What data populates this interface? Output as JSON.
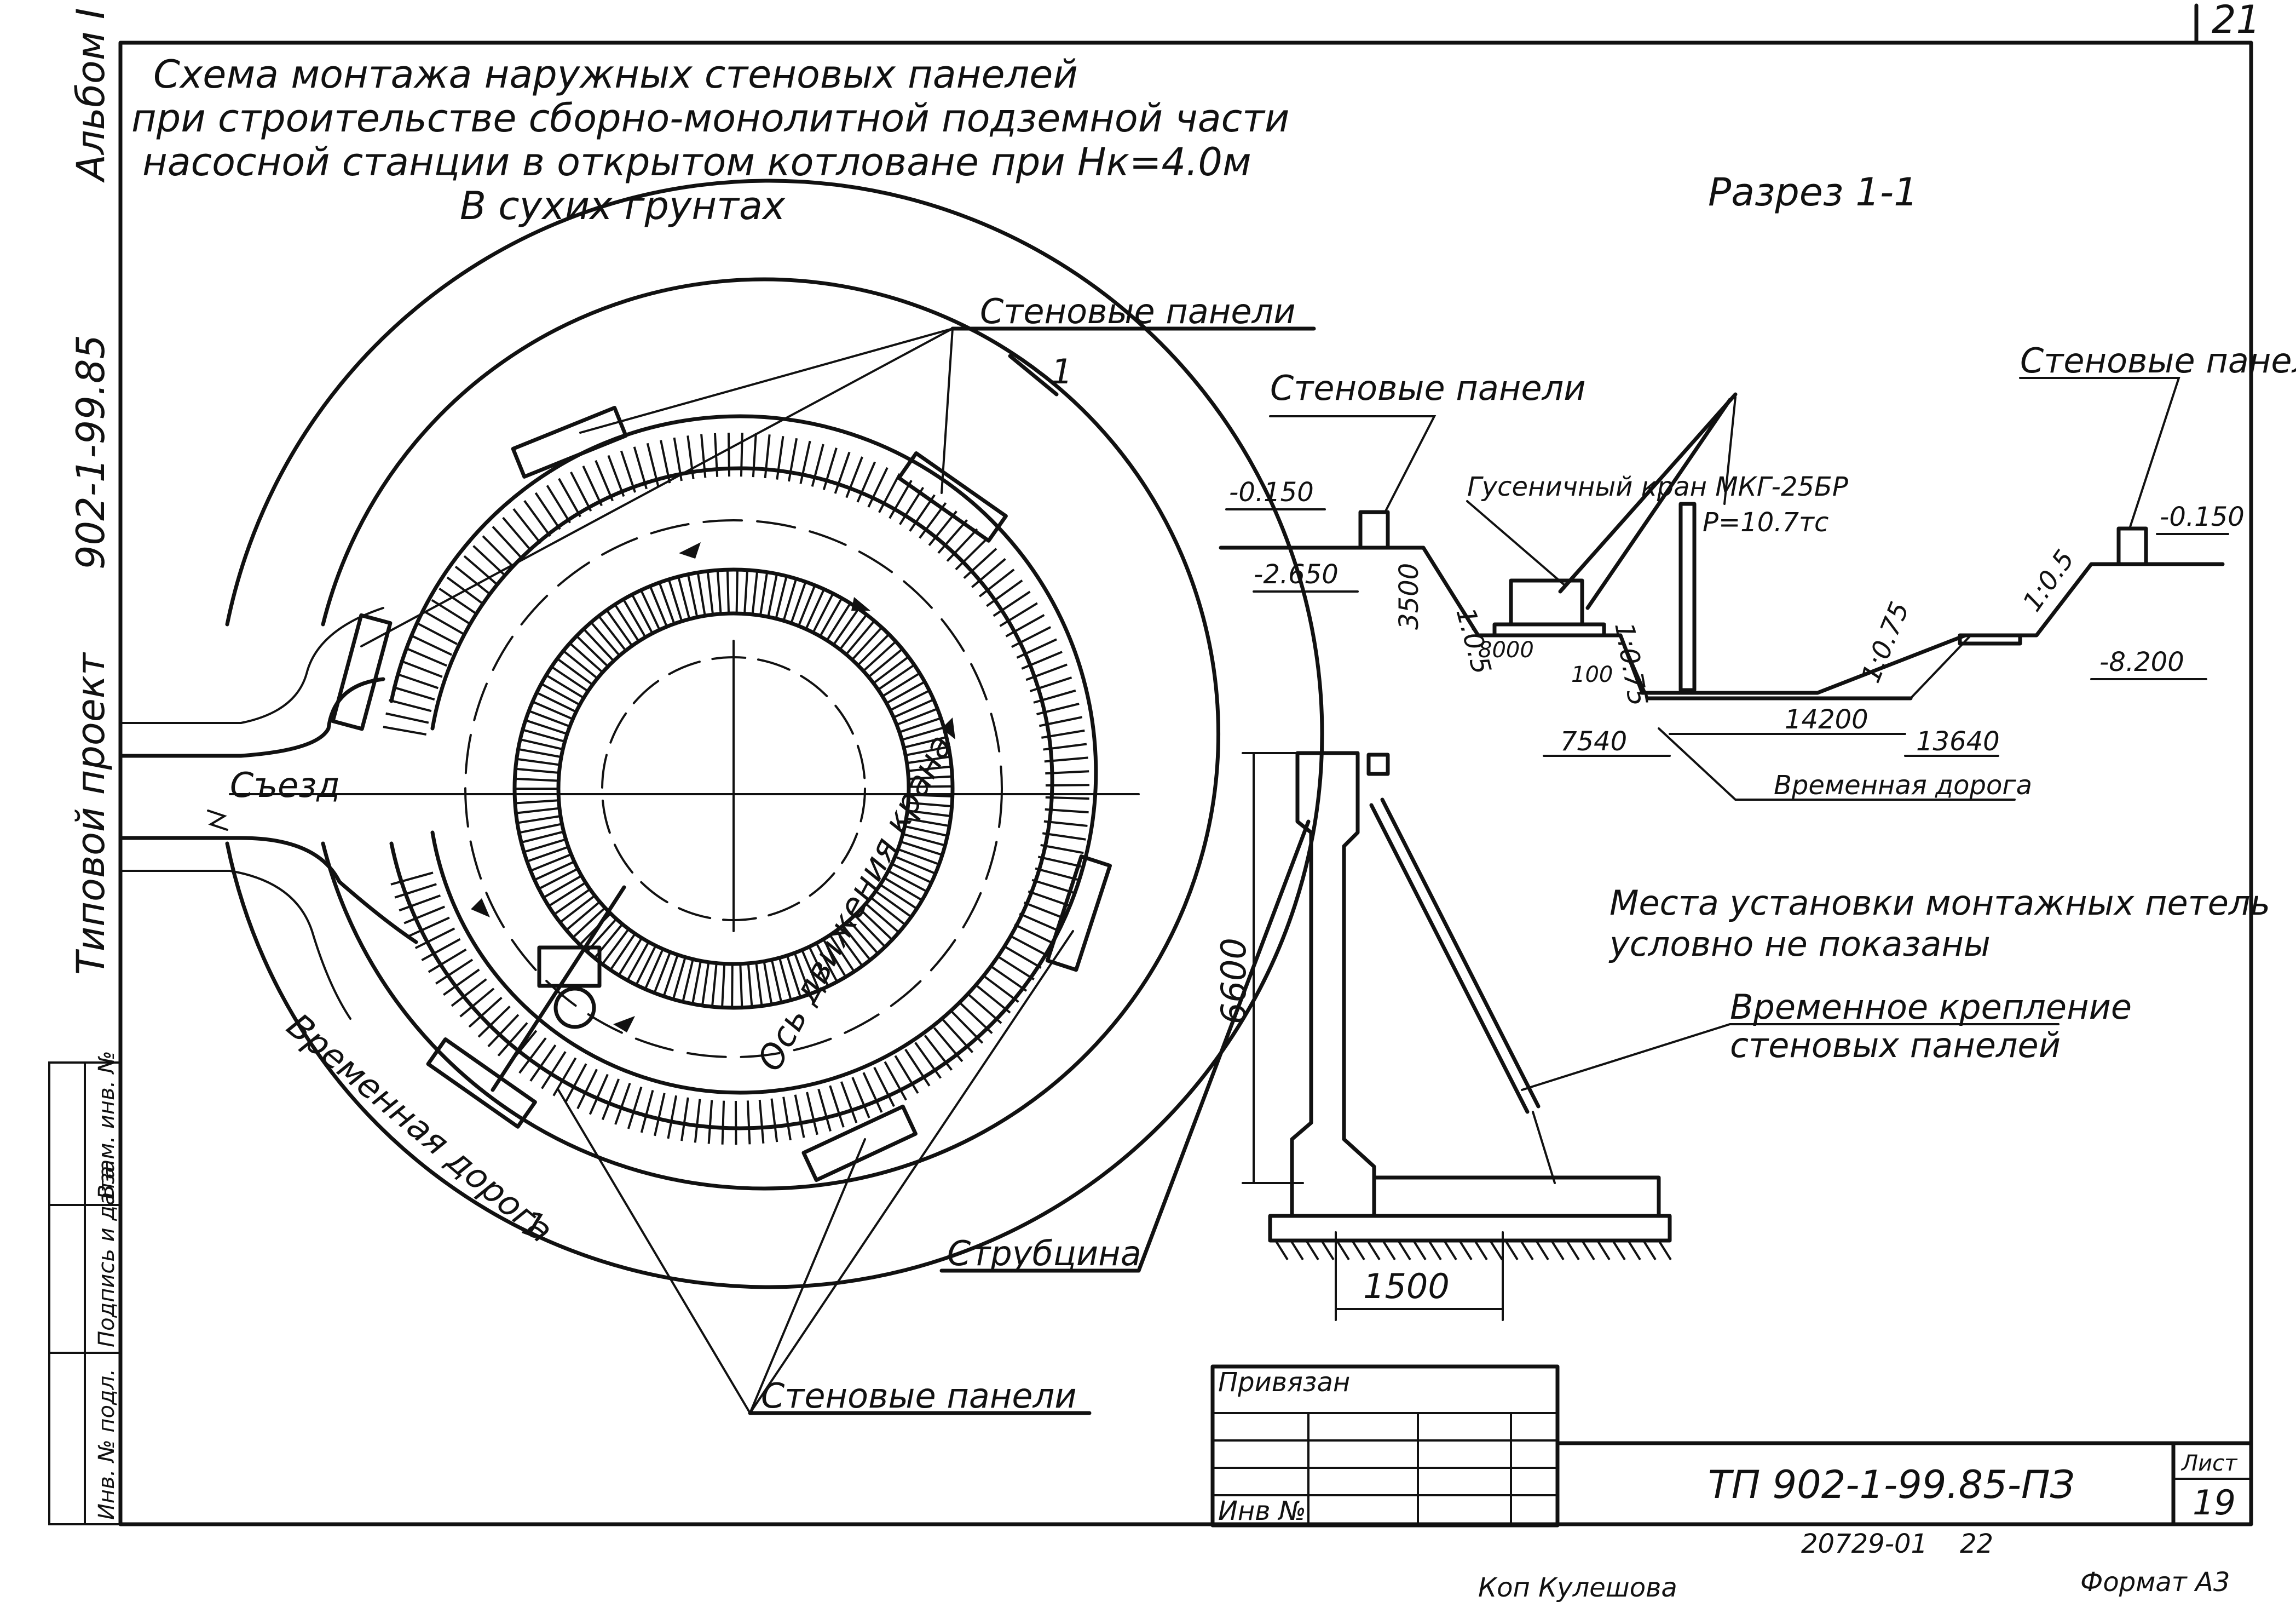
{
  "sheet": {
    "corner_number": "21",
    "side_album": "Альбом I",
    "side_code": "902-1-99.85",
    "side_project": "Типовой проект",
    "side_boxes": [
      "Инв. № подл.",
      "Подпись и дата",
      "Взам. инв. №"
    ]
  },
  "title": {
    "line1": "Схема монтажа наружных стеновых панелей",
    "line2": "при строительстве сборно-монолитной подземной части",
    "line3": "насосной станции в открытом котловане при Нк=4.0м",
    "line4": "В сухих грунтах"
  },
  "plan": {
    "wall_panels_top": "Стеновые панели",
    "section_mark": "1",
    "section_mark_bottom": "1",
    "entry": "Съезд",
    "crane_axis": "Ось движения крана",
    "temp_road": "Временная дорога",
    "clamp": "Струбцина",
    "wall_panels_bottom": "Стеновые панели"
  },
  "section": {
    "title": "Разрез 1-1",
    "left_panels": "Стеновые панели",
    "right_panels": "Стеновые панели",
    "crane": "Гусеничный кран МКГ-25БР",
    "load": "Р=10.7тс",
    "elev_left_top": "-0.150",
    "elev_left_mid": "-2.650",
    "elev_right_top": "-0.150",
    "elev_right_bottom": "-8.200",
    "dim_3500": "3500",
    "dim_8000": "8000",
    "dim_100": "100",
    "dim_7540": "7540",
    "dim_14200": "14200",
    "dim_13640": "13640",
    "slope_left": "1:0.5",
    "slope_mid": "1:0.75",
    "slope_right_low": "1:0.75",
    "slope_right": "1:0.5",
    "temp_road": "Временная дорога"
  },
  "detail": {
    "dim_height": "6600",
    "dim_base": "1500",
    "note_line1": "Места установки монтажных петель",
    "note_line2": "условно не показаны",
    "bracing_line1": "Временное крепление",
    "bracing_line2": "стеновых панелей"
  },
  "stamp": {
    "bound": "Привязан",
    "inv": "Инв №",
    "doc_code": "ТП 902-1-99.85-ПЗ",
    "sheet_label": "Лист",
    "sheet_no": "19",
    "order_no": "20729-01",
    "page_no": "22",
    "copied_by": "Коп Кулешова",
    "format": "Формат А3"
  }
}
